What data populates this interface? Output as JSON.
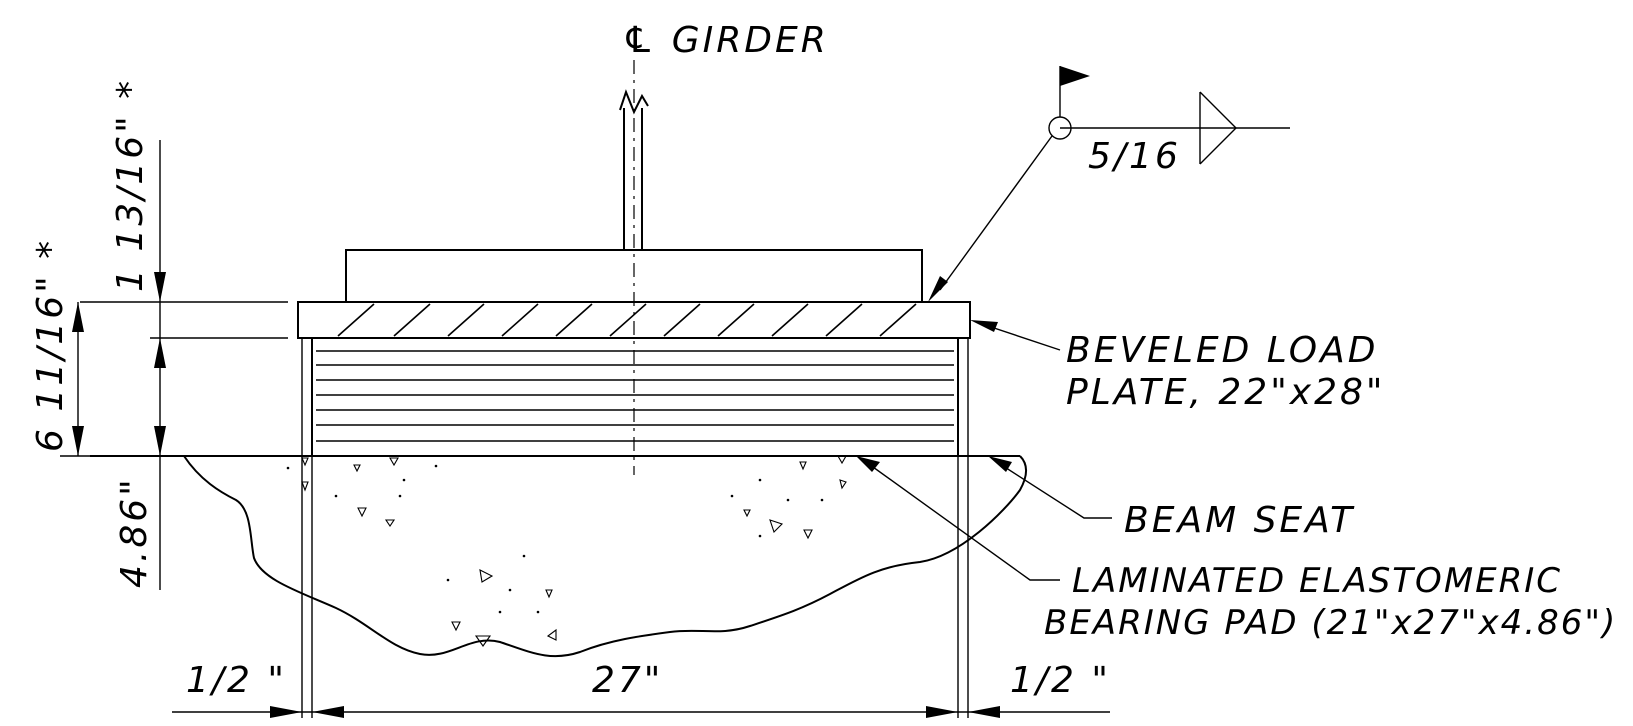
{
  "labels": {
    "centerline": "℄ GIRDER",
    "weld_size": "5/16",
    "load_plate_line1": "BEVELED LOAD",
    "load_plate_line2": "PLATE, 22\"x28\"",
    "beam_seat": "BEAM SEAT",
    "pad_line1": "LAMINATED ELASTOMERIC",
    "pad_line2": "BEARING PAD (21\"x27\"x4.86\")"
  },
  "dimensions": {
    "plate_thickness": "1 13/16\" *",
    "total_height": "6 11/16\" *",
    "pad_height": "4.86\"",
    "pad_width": "27\"",
    "left_edge": "1/2 \"",
    "right_edge": "1/2 \""
  },
  "colors": {
    "line": "#000000",
    "background": "#ffffff"
  }
}
